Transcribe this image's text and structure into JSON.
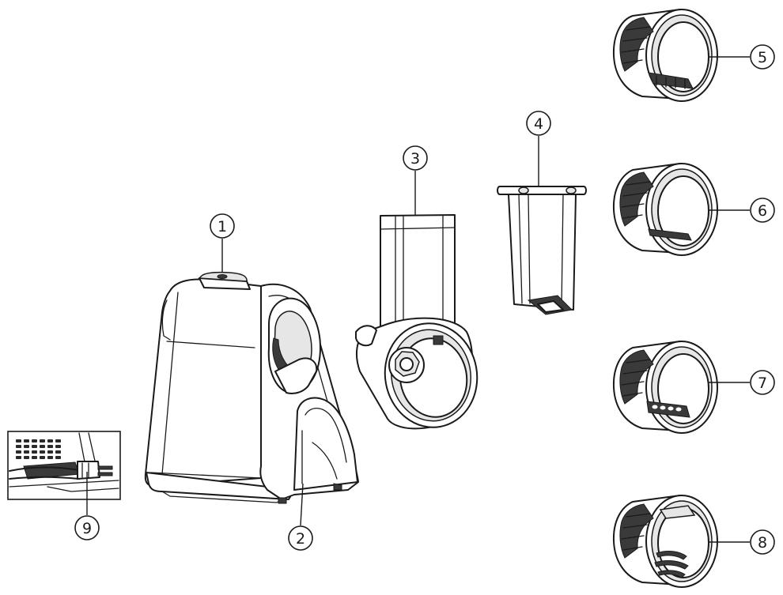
{
  "callouts": [
    {
      "id": "1",
      "label": "1"
    },
    {
      "id": "2",
      "label": "2"
    },
    {
      "id": "3",
      "label": "3"
    },
    {
      "id": "4",
      "label": "4"
    },
    {
      "id": "5",
      "label": "5"
    },
    {
      "id": "6",
      "label": "6"
    },
    {
      "id": "7",
      "label": "7"
    },
    {
      "id": "8",
      "label": "8"
    },
    {
      "id": "9",
      "label": "9"
    }
  ],
  "parts": {
    "motor_base": "main-motor-housing",
    "cone_holder": "cone-holder-with-chute",
    "pusher": "food-pusher",
    "cones": [
      "drum-cone-5",
      "drum-cone-6",
      "drum-cone-7",
      "drum-cone-8"
    ],
    "cord_detail": "power-cord-storage-detail"
  }
}
